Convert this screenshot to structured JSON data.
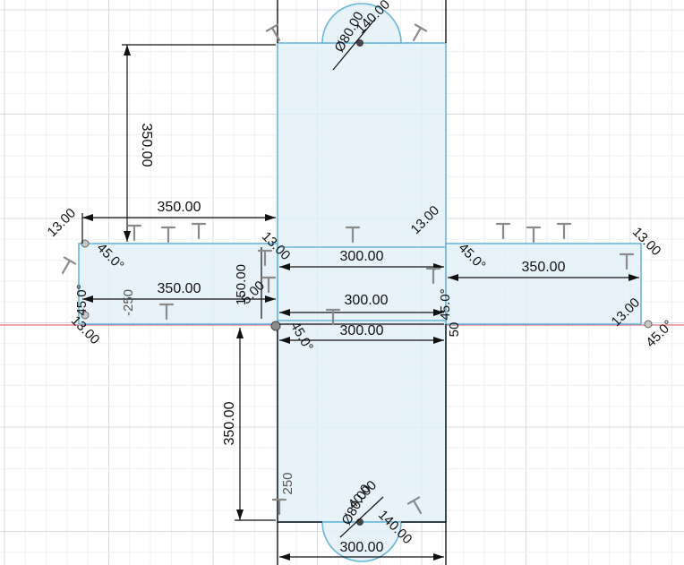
{
  "theme": {
    "grid_minor": "#eef0f3",
    "grid_major": "#d7dbe1",
    "profile_fill": "#e3f0f8",
    "profile_stroke": "#6ab6dc",
    "dimension_color": "#111111",
    "origin_axis": "#e0505a",
    "constraint_color": "#8a8a8a"
  },
  "dimensions": {
    "top_tab_height": "350.00",
    "left_tab_width": "350.00",
    "left_inner_width": "350.00",
    "center_width_top": "300.00",
    "center_width_mid": "300.00",
    "center_width_bottom": "300.00",
    "right_tab_width": "350.00",
    "bottom_tab_height": "350.00",
    "bottom_width": "300.00",
    "left_strip_height": "150.00",
    "left_strip_ref": "-250",
    "bottom_ref": "250",
    "fillet_left_top": "13.00",
    "fillet_center_left": "13.00",
    "fillet_right_top": "13.00",
    "fillet_right_corner": "13.00",
    "fillet_right_bottom": "13.00",
    "fillet_left_bottom": "13.00",
    "angle_left_top": "45.0°",
    "angle_left_mid": "45.0°",
    "angle_center_right": "45.0°",
    "angle_center_mid": "45.0°",
    "angle_center_bottom": "45.0°",
    "angle_right_bottom": "45.0°",
    "small_dim_a": "5.00",
    "small_dim_b": "50",
    "top_hole_dia": "Ø80.00",
    "top_hole_radius": "140.00",
    "bottom_hole_dia": "Ø80.00",
    "bottom_hole_radius": "140.00",
    "bottom_hole_extra": "40.00"
  },
  "constraints": {
    "marker_glyph": "T"
  }
}
